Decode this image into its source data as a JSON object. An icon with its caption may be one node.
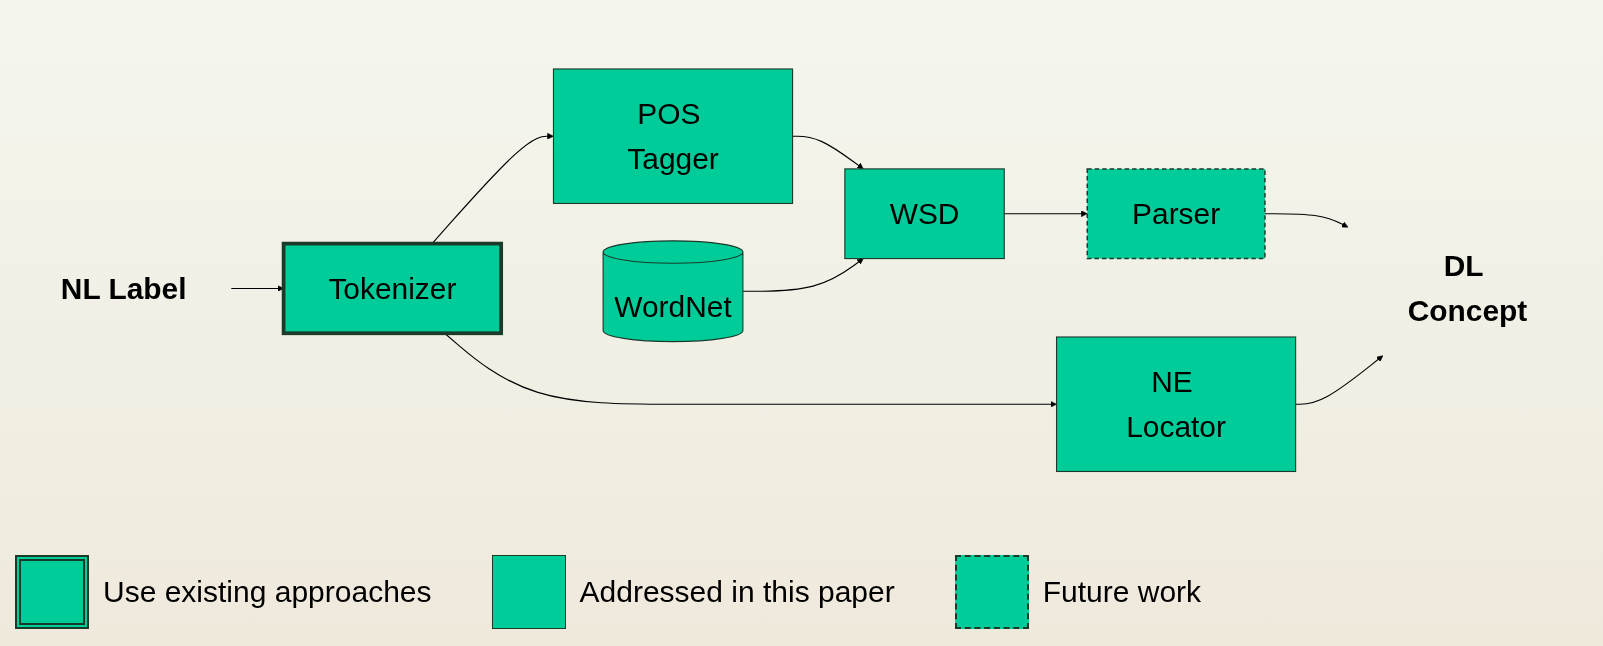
{
  "diagram": {
    "nodes": [
      {
        "text": [
          "NL Label"
        ]
      },
      {
        "text": [
          "Tokenizer"
        ]
      },
      {
        "text": [
          "POS Tagger"
        ]
      },
      {
        "text": [
          "WordNet"
        ]
      },
      {
        "text": [
          "WSD"
        ]
      },
      {
        "text": [
          "Parser"
        ]
      },
      {
        "text": [
          "NE Locator"
        ]
      },
      {
        "text": [
          "DL Concept"
        ]
      }
    ],
    "edges": [
      {
        "from": 0,
        "to": 1,
        "arrow": "to"
      },
      {
        "from": 1,
        "to": 2,
        "arrow": "to"
      },
      {
        "from": 2,
        "to": 4,
        "arrow": "to"
      },
      {
        "from": 3,
        "to": 4,
        "arrow": "to"
      },
      {
        "from": 4,
        "to": 5,
        "arrow": "to"
      },
      {
        "from": 1,
        "to": 6,
        "arrow": "to"
      },
      {
        "from": 5,
        "to": 7,
        "arrow": "to"
      },
      {
        "from": 6,
        "to": 7,
        "arrow": "to"
      }
    ],
    "legend": [
      {
        "text": "Use existing approaches"
      },
      {
        "text": "Addressed in this paper"
      },
      {
        "text": "Future work"
      }
    ]
  }
}
